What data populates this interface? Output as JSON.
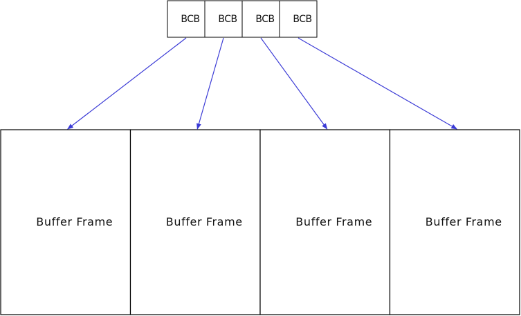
{
  "colors": {
    "arrow": "#3b3bd6",
    "box_border": "#000000",
    "text": "#111111",
    "background": "#ffffff"
  },
  "bcbs": [
    {
      "label": "BCB",
      "points_to": 0
    },
    {
      "label": "BCB",
      "points_to": 1
    },
    {
      "label": "BCB",
      "points_to": 2
    },
    {
      "label": "BCB",
      "points_to": 3
    }
  ],
  "frames": [
    {
      "label": "Buffer Frame"
    },
    {
      "label": "Buffer Frame"
    },
    {
      "label": "Buffer Frame"
    },
    {
      "label": "Buffer Frame"
    }
  ]
}
